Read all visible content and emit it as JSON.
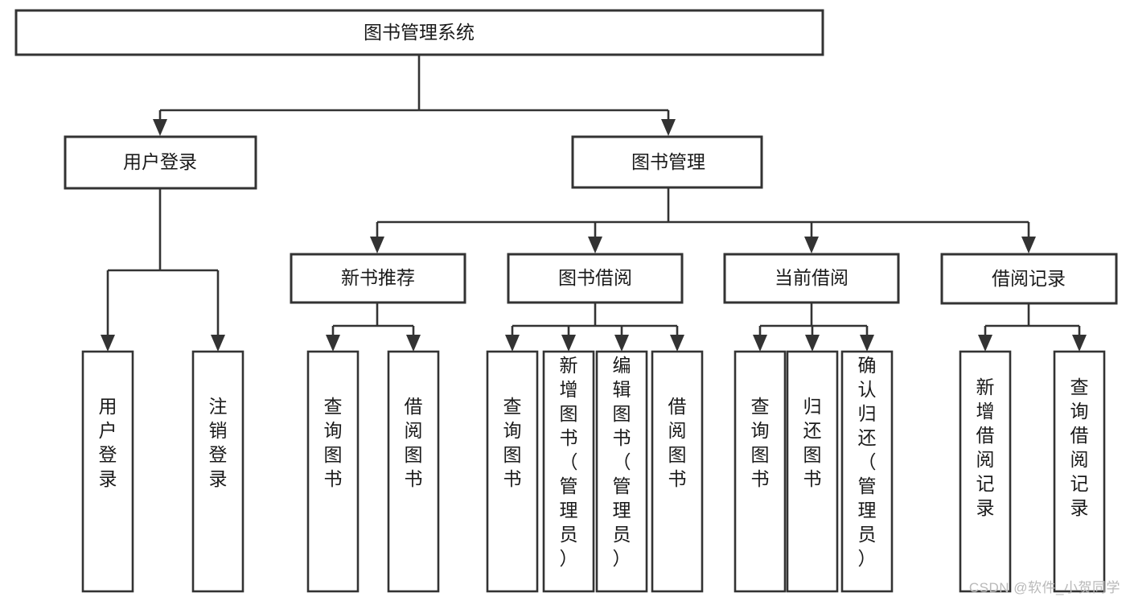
{
  "diagram": {
    "type": "tree-hierarchy",
    "title": "图书管理系统",
    "orientation": "top-down",
    "levels": 3,
    "root": {
      "id": "root",
      "label": "图书管理系统",
      "level": 0
    },
    "level1": [
      {
        "id": "user-login",
        "label": "用户登录",
        "level": 1
      },
      {
        "id": "book-manage",
        "label": "图书管理",
        "level": 1
      }
    ],
    "level2": [
      {
        "id": "new-book-rec",
        "label": "新书推荐",
        "parent": "book-manage",
        "level": 2
      },
      {
        "id": "book-borrow",
        "label": "图书借阅",
        "parent": "book-manage",
        "level": 2
      },
      {
        "id": "current-borrow",
        "label": "当前借阅",
        "parent": "book-manage",
        "level": 2
      },
      {
        "id": "borrow-record",
        "label": "借阅记录",
        "parent": "book-manage",
        "level": 2
      }
    ],
    "leaves": {
      "user-login": [
        {
          "id": "leaf-user-login",
          "label": "用户登录"
        },
        {
          "id": "leaf-user-logout",
          "label": "注销登录"
        }
      ],
      "new-book-rec": [
        {
          "id": "leaf-query-book-1",
          "label": "查询图书"
        },
        {
          "id": "leaf-borrow-book-1",
          "label": "借阅图书"
        }
      ],
      "book-borrow": [
        {
          "id": "leaf-query-book-2",
          "label": "查询图书"
        },
        {
          "id": "leaf-add-book",
          "label": "新增图书（管理员）"
        },
        {
          "id": "leaf-edit-book",
          "label": "编辑图书（管理员）"
        },
        {
          "id": "leaf-borrow-book-2",
          "label": "借阅图书"
        }
      ],
      "current-borrow": [
        {
          "id": "leaf-query-book-3",
          "label": "查询图书"
        },
        {
          "id": "leaf-return-book",
          "label": "归还图书"
        },
        {
          "id": "leaf-confirm-return",
          "label": "确认归还（管理员）"
        }
      ],
      "borrow-record": [
        {
          "id": "leaf-add-record",
          "label": "新增借阅记录"
        },
        {
          "id": "leaf-query-record",
          "label": "查询借阅记录"
        }
      ]
    },
    "colors": {
      "stroke": "#333333",
      "node_fill": "#ffffff",
      "text": "#1a1a1a",
      "background": "#ffffff",
      "watermark": "#b9b9b9"
    }
  },
  "watermark": {
    "text": "CSDN @软件_小贺同学"
  }
}
